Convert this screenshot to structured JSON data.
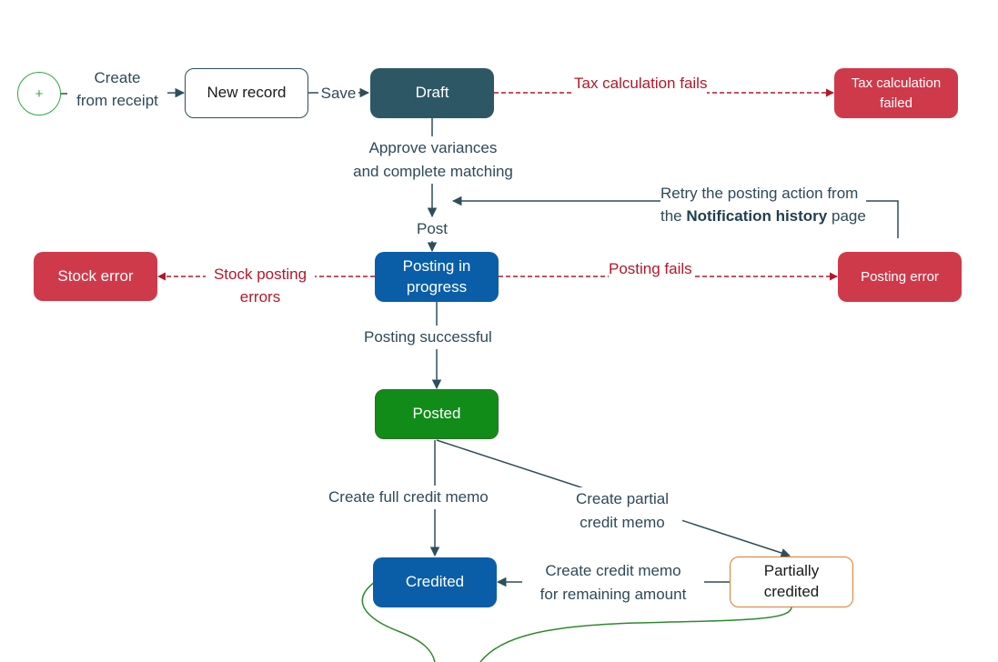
{
  "start": {
    "symbol": "+"
  },
  "nodes": {
    "new_record": "New record",
    "draft": "Draft",
    "tax_failed": [
      "Tax calculation",
      "failed"
    ],
    "posting_in_progress": [
      "Posting in",
      "progress"
    ],
    "stock_error": "Stock error",
    "posting_error": "Posting error",
    "posted": "Posted",
    "credited": "Credited",
    "partially_credited": [
      "Partially",
      "credited"
    ]
  },
  "labels": {
    "create_from_receipt": [
      "Create",
      "from receipt"
    ],
    "save": "Save",
    "tax_calc_fails": "Tax calculation fails",
    "approve": [
      "Approve variances",
      "and complete matching"
    ],
    "retry": {
      "line1": "Retry the posting action from",
      "prefix": "the ",
      "bold": "Notification history",
      "suffix": " page"
    },
    "post": "Post",
    "stock_posting_errors": [
      "Stock posting",
      "errors"
    ],
    "posting_fails": "Posting fails",
    "posting_successful": "Posting successful",
    "create_full_credit_memo": "Create full credit memo",
    "create_partial_credit_memo": [
      "Create partial",
      "credit memo"
    ],
    "create_remaining": [
      "Create credit memo",
      "for remaining amount"
    ]
  },
  "colors": {
    "connector": "#2e4e5a",
    "failure": "#b3182a",
    "loop": "#2d8a2d"
  }
}
